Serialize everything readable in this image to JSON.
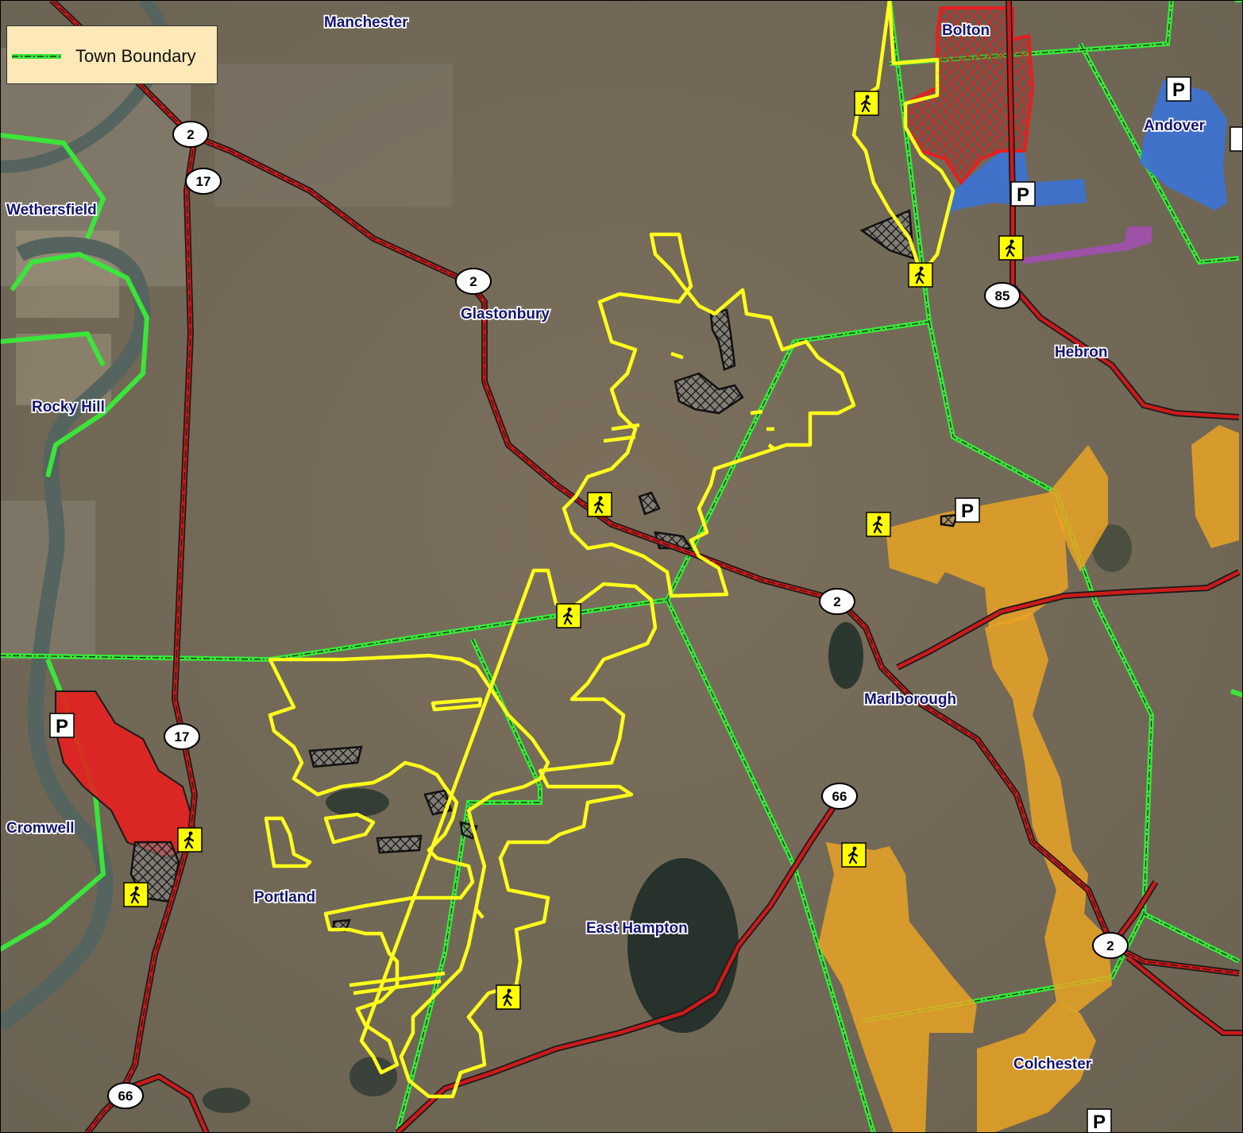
{
  "legend": {
    "town_boundary_label": "Town Boundary"
  },
  "towns": {
    "manchester": "Manchester",
    "bolton": "Bolton",
    "andover": "Andover",
    "wethersfield": "Wethersfield",
    "glastonbury": "Glastonbury",
    "hebron": "Hebron",
    "rocky_hill": "Rocky Hill",
    "marlborough": "Marlborough",
    "cromwell": "Cromwell",
    "portland": "Portland",
    "east_hampton": "East Hampton",
    "colchester": "Colchester"
  },
  "routes": {
    "r2": "2",
    "r17": "17",
    "r85": "85",
    "r66": "66"
  },
  "parking_label": "P",
  "icons": {
    "hiker": "hiker-icon",
    "parking": "parking-icon"
  },
  "colors": {
    "town_boundary": "#39e639",
    "road_fill": "#cc1a1a",
    "trail_outline": "#ffff1a",
    "red_area": "#e51f1f",
    "orange_area": "#e9a325",
    "blue_area": "#3c73d6",
    "purple_area": "#a24fb0",
    "legend_bg": "#fde9b8"
  }
}
